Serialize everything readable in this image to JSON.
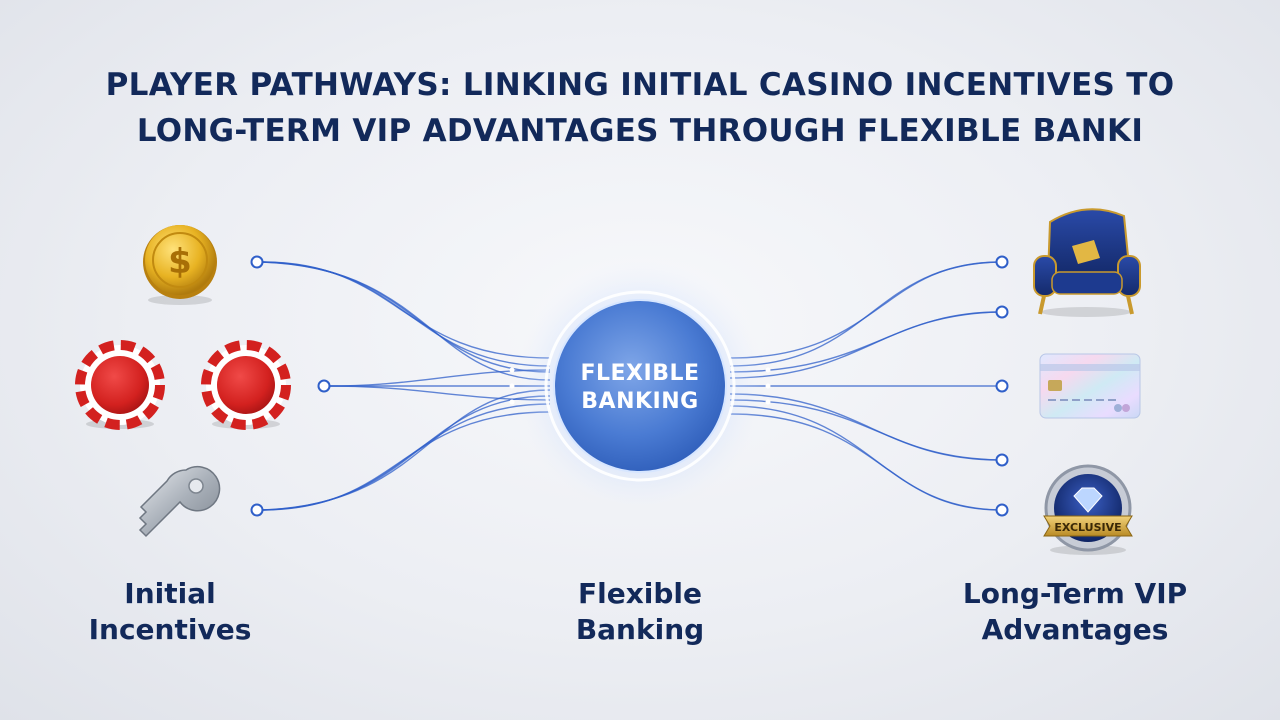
{
  "title": {
    "line1": "PLAYER PATHWAYS: LINKING INITIAL CASINO INCENTIVES TO",
    "line2": "LONG-TERM VIP ADVANTAGES THROUGH FLEXIBLE BANKI"
  },
  "hub": {
    "line1": "FLEXIBLE",
    "line2": "BANKING"
  },
  "columns": {
    "left": {
      "line1": "Initial",
      "line2": "Incentives"
    },
    "middle": {
      "line1": "Flexible",
      "line2": "Banking"
    },
    "right": {
      "line1": "Long-Term VIP",
      "line2": "Advantages"
    }
  },
  "badge": {
    "text": "EXCLUSIVE"
  },
  "icons": {
    "left": [
      "gold-coin-icon",
      "casino-chip-icon",
      "casino-chip-icon",
      "silver-key-icon"
    ],
    "right": [
      "vip-armchair-icon",
      "holographic-card-icon",
      "exclusive-diamond-badge-icon"
    ]
  },
  "colors": {
    "navy": "#12295a",
    "line_blue": "#2f5fc9",
    "hub_blue": "#3f73cf",
    "chip_red": "#d9262b",
    "coin_gold": "#e0a81c"
  }
}
